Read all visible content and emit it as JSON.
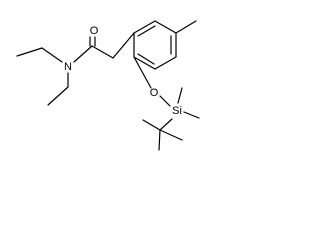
{
  "molecule": {
    "atoms": {
      "oxygen_carbonyl": "O",
      "nitrogen": "N",
      "oxygen_ether": "O",
      "silicon": "Si"
    }
  },
  "colors": {
    "bond": "#000000",
    "background": "#ffffff"
  }
}
